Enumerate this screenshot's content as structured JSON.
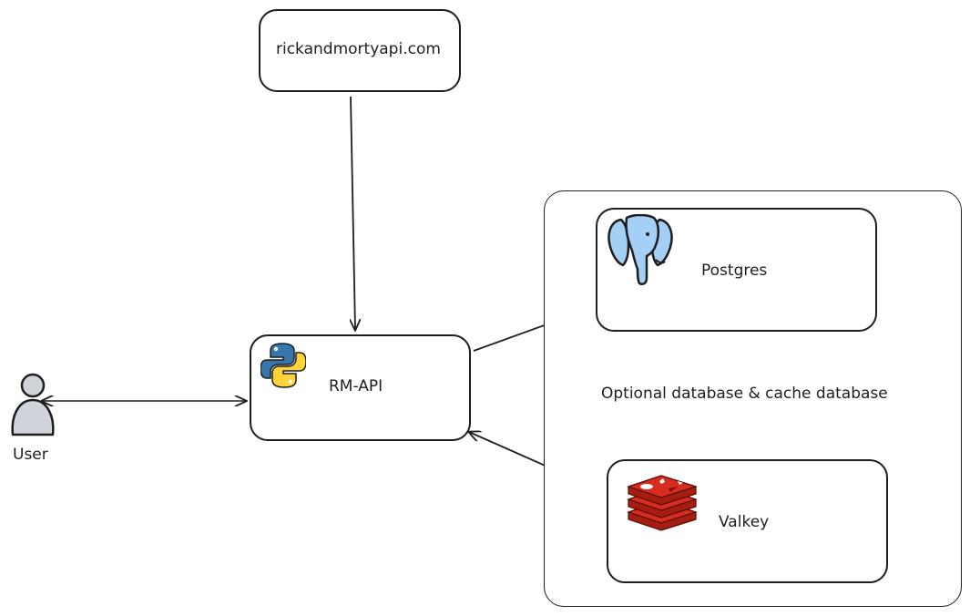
{
  "nodes": {
    "external_api": {
      "label": "rickandmortyapi.com"
    },
    "rm_api": {
      "label": "RM-API",
      "icon": "python-icon"
    },
    "user": {
      "label": "User",
      "icon": "user-icon"
    },
    "postgres": {
      "label": "Postgres",
      "icon": "postgres-elephant-icon"
    },
    "valkey": {
      "label": "Valkey",
      "icon": "redis-stack-icon"
    }
  },
  "group": {
    "label": "Optional database & cache database"
  },
  "colors": {
    "stroke": "#1e1e1e",
    "python_blue": "#3776ab",
    "python_yellow": "#ffd43b",
    "postgres_fill": "#a5d0f5",
    "redis_red": "#c6302b",
    "user_fill": "#ced4da"
  }
}
